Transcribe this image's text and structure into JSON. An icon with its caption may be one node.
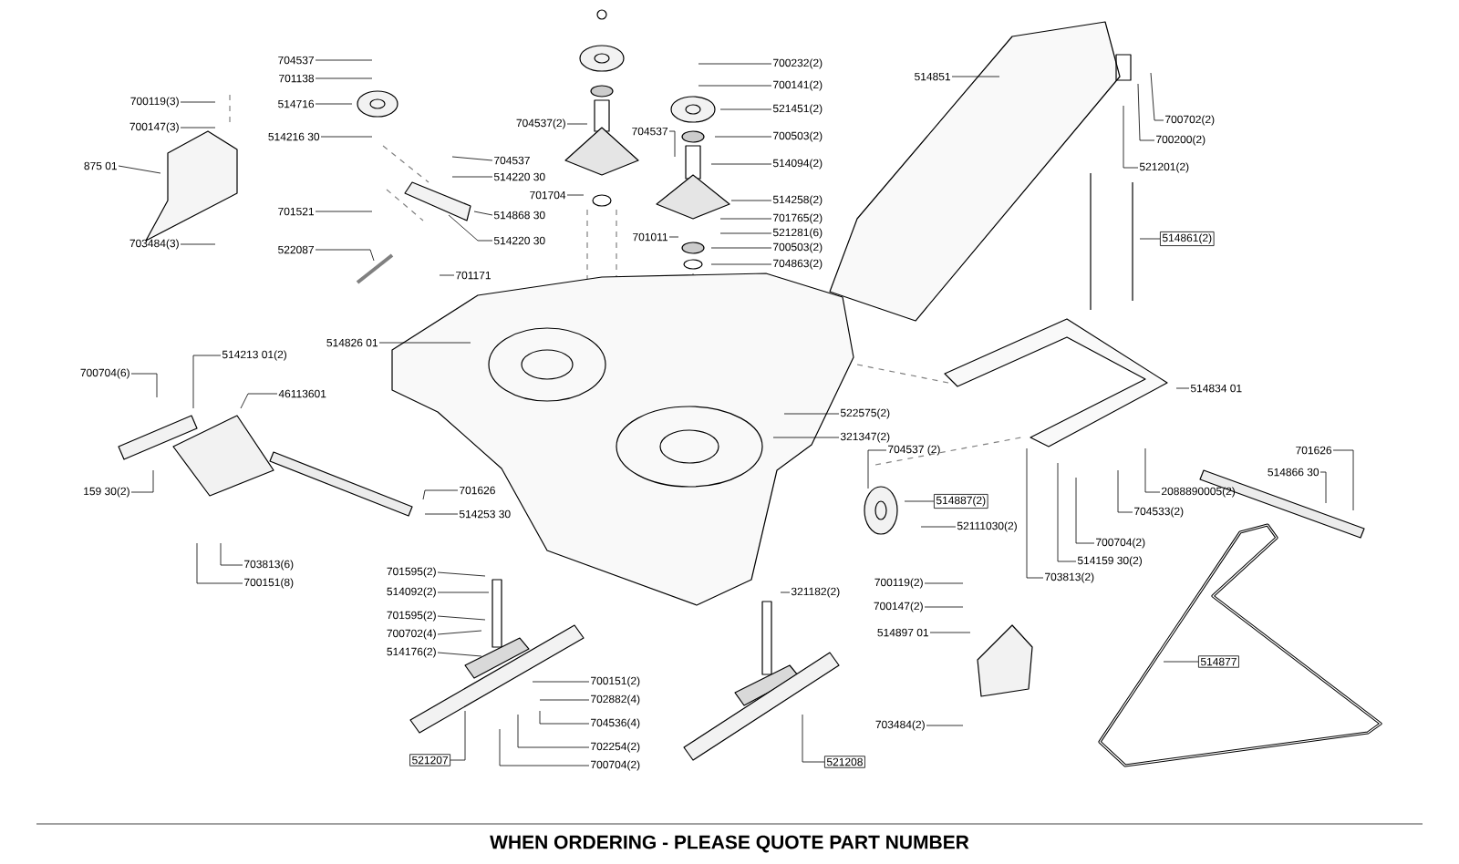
{
  "diagram": {
    "caption": "WHEN ORDERING - PLEASE QUOTE PART NUMBER",
    "nodes": [
      {
        "text": [
          "700119(3)"
        ]
      },
      {
        "text": [
          "700147(3)"
        ]
      },
      {
        "text": [
          "875 01"
        ]
      },
      {
        "text": [
          "703484(3)"
        ]
      },
      {
        "text": [
          "704537"
        ]
      },
      {
        "text": [
          "701138"
        ]
      },
      {
        "text": [
          "514716"
        ]
      },
      {
        "text": [
          "514216 30"
        ]
      },
      {
        "text": [
          "701521"
        ]
      },
      {
        "text": [
          "522087"
        ]
      },
      {
        "text": [
          "514826 01"
        ]
      },
      {
        "text": [
          "700704(6)"
        ]
      },
      {
        "text": [
          "514213 01(2)"
        ]
      },
      {
        "text": [
          "46113601"
        ]
      },
      {
        "text": [
          "159 30(2)"
        ]
      },
      {
        "text": [
          "701626"
        ]
      },
      {
        "text": [
          "514253 30"
        ]
      },
      {
        "text": [
          "703813(6)"
        ]
      },
      {
        "text": [
          "700151(8)"
        ]
      },
      {
        "text": [
          "704537"
        ]
      },
      {
        "text": [
          "514220 30"
        ]
      },
      {
        "text": [
          "514868 30"
        ]
      },
      {
        "text": [
          "514220 30"
        ]
      },
      {
        "text": [
          "701171"
        ]
      },
      {
        "text": [
          "704537(2)"
        ]
      },
      {
        "text": [
          "701704"
        ]
      },
      {
        "text": [
          "700232(2)"
        ]
      },
      {
        "text": [
          "700141(2)"
        ]
      },
      {
        "text": [
          "521451(2)"
        ]
      },
      {
        "text": [
          "704537"
        ]
      },
      {
        "text": [
          "700503(2)"
        ]
      },
      {
        "text": [
          "514094(2)"
        ]
      },
      {
        "text": [
          "514258(2)"
        ]
      },
      {
        "text": [
          "701765(2)"
        ]
      },
      {
        "text": [
          "521281(6)"
        ]
      },
      {
        "text": [
          "701011"
        ]
      },
      {
        "text": [
          "700503(2)"
        ]
      },
      {
        "text": [
          "704863(2)"
        ]
      },
      {
        "text": [
          "514851"
        ]
      },
      {
        "text": [
          "700702(2)"
        ]
      },
      {
        "text": [
          "700200(2)"
        ]
      },
      {
        "text": [
          "521201(2)"
        ]
      },
      {
        "text": [
          "514861(2)"
        ]
      },
      {
        "text": [
          "514834 01"
        ]
      },
      {
        "text": [
          "522575(2)"
        ]
      },
      {
        "text": [
          "321347(2)"
        ]
      },
      {
        "text": [
          "704537 (2)"
        ]
      },
      {
        "text": [
          "514887(2)"
        ]
      },
      {
        "text": [
          "52111030(2)"
        ]
      },
      {
        "text": [
          "2088890005(2)"
        ]
      },
      {
        "text": [
          "704533(2)"
        ]
      },
      {
        "text": [
          "701626"
        ]
      },
      {
        "text": [
          "514866 30"
        ]
      },
      {
        "text": [
          "700704(2)"
        ]
      },
      {
        "text": [
          "514159 30(2)"
        ]
      },
      {
        "text": [
          "703813(2)"
        ]
      },
      {
        "text": [
          "701595(2)"
        ]
      },
      {
        "text": [
          "514092(2)"
        ]
      },
      {
        "text": [
          "701595(2)"
        ]
      },
      {
        "text": [
          "700702(4)"
        ]
      },
      {
        "text": [
          "514176(2)"
        ]
      },
      {
        "text": [
          "521207"
        ]
      },
      {
        "text": [
          "700151(2)"
        ]
      },
      {
        "text": [
          "702882(4)"
        ]
      },
      {
        "text": [
          "704536(4)"
        ]
      },
      {
        "text": [
          "702254(2)"
        ]
      },
      {
        "text": [
          "700704(2)"
        ]
      },
      {
        "text": [
          "321182(2)"
        ]
      },
      {
        "text": [
          "700119(2)"
        ]
      },
      {
        "text": [
          "700147(2)"
        ]
      },
      {
        "text": [
          "514897 01"
        ]
      },
      {
        "text": [
          "703484(2)"
        ]
      },
      {
        "text": [
          "521208"
        ]
      },
      {
        "text": [
          "514877"
        ]
      }
    ],
    "edges": [
      {
        "from": 0,
        "to": null,
        "arrow": "none"
      },
      {
        "from": 1,
        "to": null,
        "arrow": "none"
      },
      {
        "from": 2,
        "to": null,
        "arrow": "none"
      },
      {
        "from": 3,
        "to": null,
        "arrow": "none"
      },
      {
        "from": 4,
        "to": null,
        "arrow": "none"
      },
      {
        "from": 5,
        "to": null,
        "arrow": "none"
      },
      {
        "from": 6,
        "to": null,
        "arrow": "none"
      },
      {
        "from": 7,
        "to": null,
        "arrow": "none"
      },
      {
        "from": 8,
        "to": null,
        "arrow": "none"
      },
      {
        "from": 9,
        "to": null,
        "arrow": "none"
      },
      {
        "from": 10,
        "to": null,
        "arrow": "none"
      },
      {
        "from": 11,
        "to": null,
        "arrow": "none"
      },
      {
        "from": 12,
        "to": null,
        "arrow": "none"
      },
      {
        "from": 13,
        "to": null,
        "arrow": "none"
      },
      {
        "from": 14,
        "to": null,
        "arrow": "none"
      },
      {
        "from": 15,
        "to": null,
        "arrow": "none"
      },
      {
        "from": 16,
        "to": null,
        "arrow": "none"
      },
      {
        "from": 17,
        "to": null,
        "arrow": "none"
      },
      {
        "from": 18,
        "to": null,
        "arrow": "none"
      },
      {
        "from": 19,
        "to": null,
        "arrow": "none"
      },
      {
        "from": 20,
        "to": null,
        "arrow": "none"
      },
      {
        "from": 21,
        "to": null,
        "arrow": "none"
      },
      {
        "from": 22,
        "to": null,
        "arrow": "none"
      },
      {
        "from": 23,
        "to": null,
        "arrow": "none"
      },
      {
        "from": 24,
        "to": null,
        "arrow": "none"
      },
      {
        "from": 25,
        "to": null,
        "arrow": "none"
      },
      {
        "from": 26,
        "to": null,
        "arrow": "none"
      },
      {
        "from": 27,
        "to": null,
        "arrow": "none"
      },
      {
        "from": 28,
        "to": null,
        "arrow": "none"
      },
      {
        "from": 29,
        "to": null,
        "arrow": "none"
      },
      {
        "from": 30,
        "to": null,
        "arrow": "none"
      },
      {
        "from": 31,
        "to": null,
        "arrow": "none"
      },
      {
        "from": 32,
        "to": null,
        "arrow": "none"
      },
      {
        "from": 33,
        "to": null,
        "arrow": "none"
      },
      {
        "from": 34,
        "to": null,
        "arrow": "none"
      },
      {
        "from": 35,
        "to": null,
        "arrow": "none"
      },
      {
        "from": 36,
        "to": null,
        "arrow": "none"
      },
      {
        "from": 37,
        "to": null,
        "arrow": "none"
      },
      {
        "from": 38,
        "to": null,
        "arrow": "none"
      },
      {
        "from": 39,
        "to": null,
        "arrow": "none"
      },
      {
        "from": 40,
        "to": null,
        "arrow": "none"
      },
      {
        "from": 41,
        "to": null,
        "arrow": "none"
      },
      {
        "from": 42,
        "to": null,
        "arrow": "none"
      },
      {
        "from": 43,
        "to": null,
        "arrow": "none"
      },
      {
        "from": 44,
        "to": null,
        "arrow": "none"
      },
      {
        "from": 45,
        "to": null,
        "arrow": "none"
      },
      {
        "from": 46,
        "to": null,
        "arrow": "none"
      },
      {
        "from": 47,
        "to": null,
        "arrow": "none"
      },
      {
        "from": 48,
        "to": null,
        "arrow": "none"
      },
      {
        "from": 49,
        "to": null,
        "arrow": "none"
      },
      {
        "from": 50,
        "to": null,
        "arrow": "none"
      },
      {
        "from": 51,
        "to": null,
        "arrow": "none"
      },
      {
        "from": 52,
        "to": null,
        "arrow": "none"
      },
      {
        "from": 53,
        "to": null,
        "arrow": "none"
      },
      {
        "from": 54,
        "to": null,
        "arrow": "none"
      },
      {
        "from": 55,
        "to": null,
        "arrow": "none"
      },
      {
        "from": 56,
        "to": null,
        "arrow": "none"
      },
      {
        "from": 57,
        "to": null,
        "arrow": "none"
      },
      {
        "from": 58,
        "to": null,
        "arrow": "none"
      },
      {
        "from": 59,
        "to": null,
        "arrow": "none"
      },
      {
        "from": 60,
        "to": null,
        "arrow": "none"
      },
      {
        "from": 61,
        "to": null,
        "arrow": "none"
      },
      {
        "from": 62,
        "to": null,
        "arrow": "none"
      },
      {
        "from": 63,
        "to": null,
        "arrow": "none"
      },
      {
        "from": 64,
        "to": null,
        "arrow": "none"
      },
      {
        "from": 65,
        "to": null,
        "arrow": "none"
      },
      {
        "from": 66,
        "to": null,
        "arrow": "none"
      },
      {
        "from": 67,
        "to": null,
        "arrow": "none"
      },
      {
        "from": 68,
        "to": null,
        "arrow": "none"
      },
      {
        "from": 69,
        "to": null,
        "arrow": "none"
      },
      {
        "from": 70,
        "to": null,
        "arrow": "none"
      },
      {
        "from": 71,
        "to": null,
        "arrow": "none"
      },
      {
        "from": 72,
        "to": null,
        "arrow": "none"
      },
      {
        "from": 73,
        "to": null,
        "arrow": "none"
      }
    ]
  }
}
